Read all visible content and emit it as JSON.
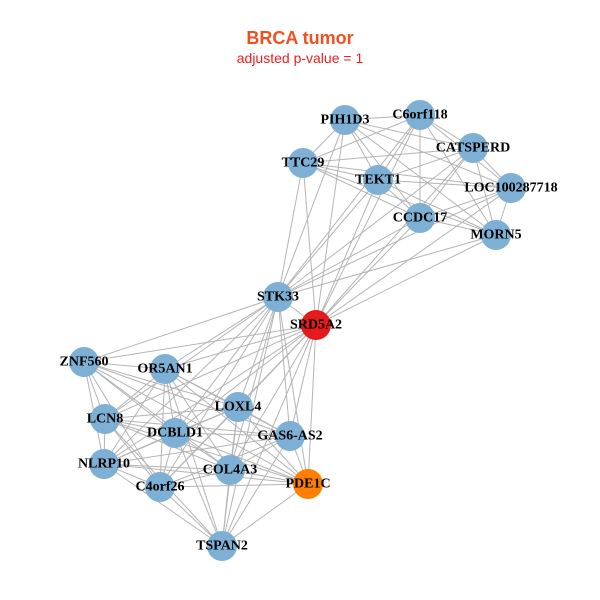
{
  "title": "BRCA tumor",
  "subtitle": "adjusted p-value = 1",
  "colors": {
    "default_node": "#7EB0D5",
    "highlight_red": "#E41A1C",
    "highlight_orange": "#FF7F00",
    "edge": "#B4B4B4",
    "title": "#F0501E",
    "subtitle": "#F01E1E"
  },
  "nodes": [
    {
      "id": "PIH1D3",
      "label": "PIH1D3",
      "color": "default_node"
    },
    {
      "id": "C6orf118",
      "label": "C6orf118",
      "color": "default_node"
    },
    {
      "id": "CATSPERD",
      "label": "CATSPERD",
      "color": "default_node"
    },
    {
      "id": "TTC29",
      "label": "TTC29",
      "color": "default_node"
    },
    {
      "id": "TEKT1",
      "label": "TEKT1",
      "color": "default_node"
    },
    {
      "id": "LOC100287718",
      "label": "LOC100287718",
      "color": "default_node"
    },
    {
      "id": "CCDC17",
      "label": "CCDC17",
      "color": "default_node"
    },
    {
      "id": "MORN5",
      "label": "MORN5",
      "color": "default_node"
    },
    {
      "id": "STK33",
      "label": "STK33",
      "color": "default_node"
    },
    {
      "id": "SRD5A2",
      "label": "SRD5A2",
      "color": "highlight_red"
    },
    {
      "id": "ZNF560",
      "label": "ZNF560",
      "color": "default_node"
    },
    {
      "id": "OR5AN1",
      "label": "OR5AN1",
      "color": "default_node"
    },
    {
      "id": "LCN8",
      "label": "LCN8",
      "color": "default_node"
    },
    {
      "id": "DCBLD1",
      "label": "DCBLD1",
      "color": "default_node"
    },
    {
      "id": "LOXL4",
      "label": "LOXL4",
      "color": "default_node"
    },
    {
      "id": "GAS6-AS2",
      "label": "GAS6-AS2",
      "color": "default_node"
    },
    {
      "id": "NLRP10",
      "label": "NLRP10",
      "color": "default_node"
    },
    {
      "id": "C4orf26",
      "label": "C4orf26",
      "color": "default_node"
    },
    {
      "id": "COL4A3",
      "label": "COL4A3",
      "color": "default_node"
    },
    {
      "id": "PDE1C",
      "label": "PDE1C",
      "color": "highlight_orange"
    },
    {
      "id": "TSPAN2",
      "label": "TSPAN2",
      "color": "default_node"
    }
  ],
  "edges": [
    [
      "PIH1D3",
      "C6orf118"
    ],
    [
      "PIH1D3",
      "CATSPERD"
    ],
    [
      "PIH1D3",
      "TTC29"
    ],
    [
      "PIH1D3",
      "TEKT1"
    ],
    [
      "PIH1D3",
      "LOC100287718"
    ],
    [
      "PIH1D3",
      "CCDC17"
    ],
    [
      "PIH1D3",
      "MORN5"
    ],
    [
      "PIH1D3",
      "STK33"
    ],
    [
      "PIH1D3",
      "SRD5A2"
    ],
    [
      "C6orf118",
      "CATSPERD"
    ],
    [
      "C6orf118",
      "TTC29"
    ],
    [
      "C6orf118",
      "TEKT1"
    ],
    [
      "C6orf118",
      "LOC100287718"
    ],
    [
      "C6orf118",
      "CCDC17"
    ],
    [
      "C6orf118",
      "MORN5"
    ],
    [
      "C6orf118",
      "STK33"
    ],
    [
      "C6orf118",
      "SRD5A2"
    ],
    [
      "CATSPERD",
      "TTC29"
    ],
    [
      "CATSPERD",
      "TEKT1"
    ],
    [
      "CATSPERD",
      "LOC100287718"
    ],
    [
      "CATSPERD",
      "CCDC17"
    ],
    [
      "CATSPERD",
      "MORN5"
    ],
    [
      "CATSPERD",
      "STK33"
    ],
    [
      "CATSPERD",
      "SRD5A2"
    ],
    [
      "TTC29",
      "TEKT1"
    ],
    [
      "TTC29",
      "LOC100287718"
    ],
    [
      "TTC29",
      "CCDC17"
    ],
    [
      "TTC29",
      "MORN5"
    ],
    [
      "TTC29",
      "STK33"
    ],
    [
      "TTC29",
      "SRD5A2"
    ],
    [
      "TEKT1",
      "LOC100287718"
    ],
    [
      "TEKT1",
      "CCDC17"
    ],
    [
      "TEKT1",
      "MORN5"
    ],
    [
      "TEKT1",
      "STK33"
    ],
    [
      "TEKT1",
      "SRD5A2"
    ],
    [
      "LOC100287718",
      "CCDC17"
    ],
    [
      "LOC100287718",
      "MORN5"
    ],
    [
      "LOC100287718",
      "STK33"
    ],
    [
      "LOC100287718",
      "SRD5A2"
    ],
    [
      "CCDC17",
      "MORN5"
    ],
    [
      "CCDC17",
      "STK33"
    ],
    [
      "CCDC17",
      "SRD5A2"
    ],
    [
      "MORN5",
      "STK33"
    ],
    [
      "MORN5",
      "SRD5A2"
    ],
    [
      "STK33",
      "SRD5A2"
    ],
    [
      "STK33",
      "ZNF560"
    ],
    [
      "STK33",
      "OR5AN1"
    ],
    [
      "STK33",
      "LCN8"
    ],
    [
      "STK33",
      "DCBLD1"
    ],
    [
      "STK33",
      "LOXL4"
    ],
    [
      "STK33",
      "GAS6-AS2"
    ],
    [
      "STK33",
      "NLRP10"
    ],
    [
      "STK33",
      "C4orf26"
    ],
    [
      "STK33",
      "COL4A3"
    ],
    [
      "STK33",
      "PDE1C"
    ],
    [
      "STK33",
      "TSPAN2"
    ],
    [
      "SRD5A2",
      "ZNF560"
    ],
    [
      "SRD5A2",
      "OR5AN1"
    ],
    [
      "SRD5A2",
      "LCN8"
    ],
    [
      "SRD5A2",
      "DCBLD1"
    ],
    [
      "SRD5A2",
      "LOXL4"
    ],
    [
      "SRD5A2",
      "GAS6-AS2"
    ],
    [
      "SRD5A2",
      "NLRP10"
    ],
    [
      "SRD5A2",
      "C4orf26"
    ],
    [
      "SRD5A2",
      "COL4A3"
    ],
    [
      "SRD5A2",
      "PDE1C"
    ],
    [
      "SRD5A2",
      "TSPAN2"
    ],
    [
      "ZNF560",
      "OR5AN1"
    ],
    [
      "ZNF560",
      "LCN8"
    ],
    [
      "ZNF560",
      "DCBLD1"
    ],
    [
      "ZNF560",
      "LOXL4"
    ],
    [
      "ZNF560",
      "GAS6-AS2"
    ],
    [
      "ZNF560",
      "NLRP10"
    ],
    [
      "ZNF560",
      "C4orf26"
    ],
    [
      "ZNF560",
      "COL4A3"
    ],
    [
      "ZNF560",
      "PDE1C"
    ],
    [
      "OR5AN1",
      "LCN8"
    ],
    [
      "OR5AN1",
      "DCBLD1"
    ],
    [
      "OR5AN1",
      "LOXL4"
    ],
    [
      "OR5AN1",
      "GAS6-AS2"
    ],
    [
      "OR5AN1",
      "NLRP10"
    ],
    [
      "OR5AN1",
      "C4orf26"
    ],
    [
      "OR5AN1",
      "COL4A3"
    ],
    [
      "OR5AN1",
      "PDE1C"
    ],
    [
      "OR5AN1",
      "TSPAN2"
    ],
    [
      "LCN8",
      "DCBLD1"
    ],
    [
      "LCN8",
      "LOXL4"
    ],
    [
      "LCN8",
      "GAS6-AS2"
    ],
    [
      "LCN8",
      "NLRP10"
    ],
    [
      "LCN8",
      "C4orf26"
    ],
    [
      "LCN8",
      "COL4A3"
    ],
    [
      "LCN8",
      "PDE1C"
    ],
    [
      "LCN8",
      "TSPAN2"
    ],
    [
      "DCBLD1",
      "LOXL4"
    ],
    [
      "DCBLD1",
      "GAS6-AS2"
    ],
    [
      "DCBLD1",
      "NLRP10"
    ],
    [
      "DCBLD1",
      "C4orf26"
    ],
    [
      "DCBLD1",
      "COL4A3"
    ],
    [
      "DCBLD1",
      "PDE1C"
    ],
    [
      "DCBLD1",
      "TSPAN2"
    ],
    [
      "LOXL4",
      "GAS6-AS2"
    ],
    [
      "LOXL4",
      "NLRP10"
    ],
    [
      "LOXL4",
      "C4orf26"
    ],
    [
      "LOXL4",
      "COL4A3"
    ],
    [
      "LOXL4",
      "PDE1C"
    ],
    [
      "LOXL4",
      "TSPAN2"
    ],
    [
      "GAS6-AS2",
      "NLRP10"
    ],
    [
      "GAS6-AS2",
      "C4orf26"
    ],
    [
      "GAS6-AS2",
      "COL4A3"
    ],
    [
      "GAS6-AS2",
      "PDE1C"
    ],
    [
      "GAS6-AS2",
      "TSPAN2"
    ],
    [
      "NLRP10",
      "C4orf26"
    ],
    [
      "NLRP10",
      "COL4A3"
    ],
    [
      "NLRP10",
      "PDE1C"
    ],
    [
      "NLRP10",
      "TSPAN2"
    ],
    [
      "C4orf26",
      "COL4A3"
    ],
    [
      "C4orf26",
      "PDE1C"
    ],
    [
      "C4orf26",
      "TSPAN2"
    ],
    [
      "COL4A3",
      "PDE1C"
    ],
    [
      "COL4A3",
      "TSPAN2"
    ],
    [
      "PDE1C",
      "TSPAN2"
    ]
  ]
}
